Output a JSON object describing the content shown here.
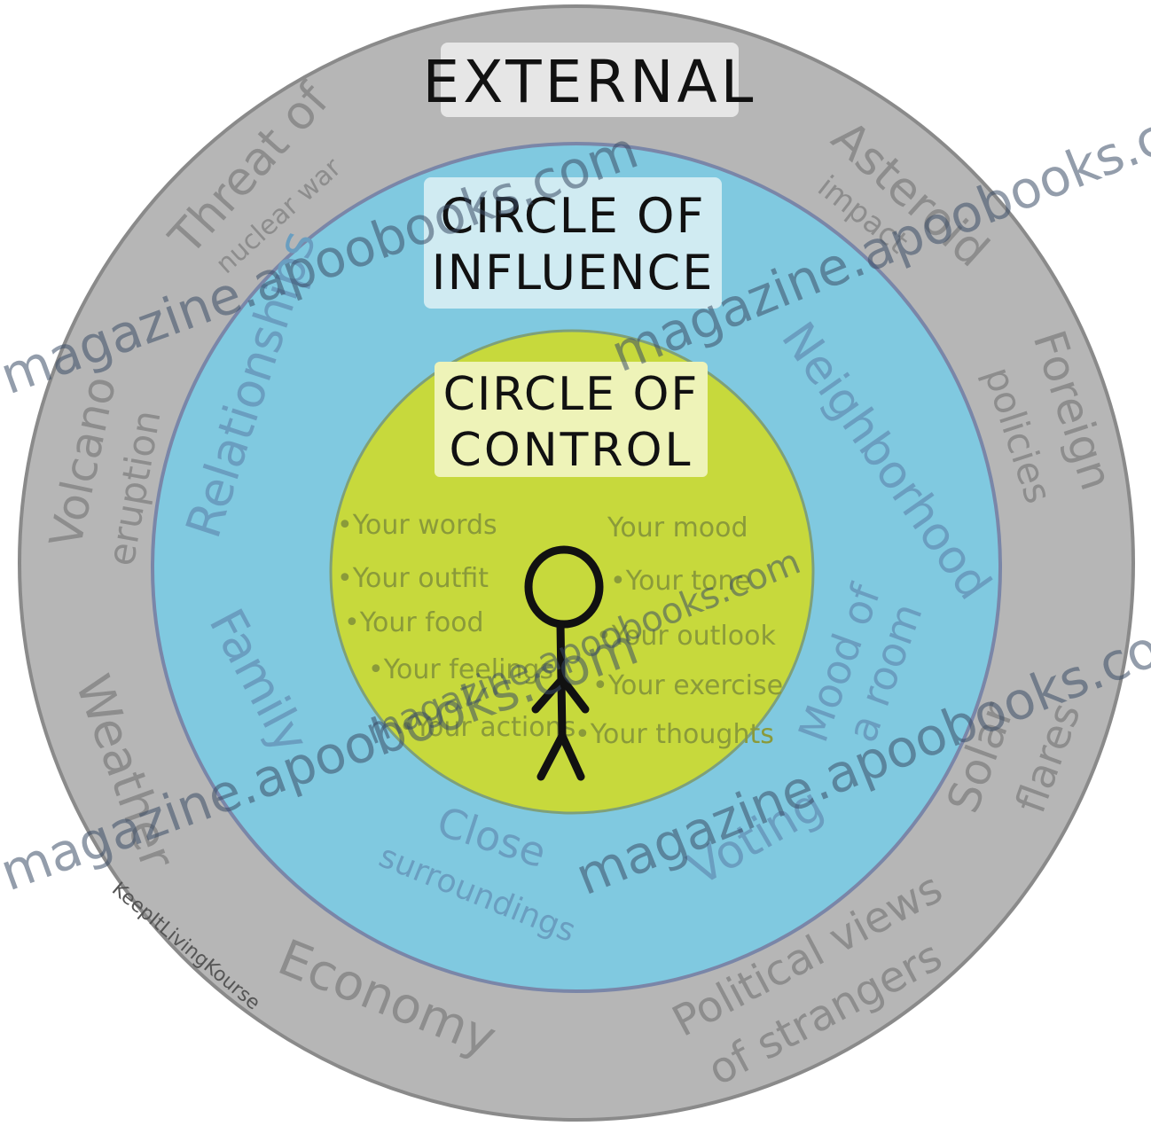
{
  "colors": {
    "external_ring": "#b6b6b6",
    "influence_ring": "#80c9e0",
    "control_circle": "#c7d93c",
    "label_box_external": "#e6e6e6",
    "label_box_influence": "#d0ebf2",
    "label_box_control": "#eef3b8",
    "ink_dark": "#111111",
    "ink_gray": "#8d8d8d",
    "ink_blue": "#6a9ec0",
    "ink_control": "#8a9a3a",
    "watermark": "#3a4d66"
  },
  "external": {
    "title": "EXTERNAL",
    "items": {
      "nuclear_threat": "Threat of",
      "nuclear_threat_2": "nuclear war",
      "asteroid": "Asteroid",
      "asteroid_2": "impact",
      "volcano": "Volcano",
      "volcano_2": "eruption",
      "foreign": "Foreign",
      "foreign_2": "policies",
      "weather": "Weather",
      "solar": "Solar",
      "solar_2": "flares",
      "economy": "Economy",
      "political": "Political views",
      "political_2": "of strangers",
      "credit": "KeepItLivingKourse"
    }
  },
  "influence": {
    "title_line1": "CIRCLE OF",
    "title_line2": "INFLUENCE",
    "items": {
      "relationships": "Relationships",
      "neighborhood": "Neighborhood",
      "family": "Family",
      "mood_of_room": "Mood of",
      "mood_of_room_2": "a room",
      "close_surroundings": "Close",
      "close_surroundings_2": "surroundings",
      "voting": "Voting"
    }
  },
  "control": {
    "title_line1": "CIRCLE OF",
    "title_line2": "CONTROL",
    "left_items": [
      "•Your words",
      "•Your outfit",
      "•Your food",
      "•Your feelings",
      "•Your actions"
    ],
    "right_items": [
      "Your mood",
      "•Your tone",
      "•Your outlook",
      "•Your exercise",
      "•Your thoughts"
    ]
  },
  "watermarks": [
    "magazine.apoobooks.com",
    "magazine.apoobooks.com",
    "magazine.apoobooks.com",
    "magazine.apoobooks.com",
    "magazine.apoobooks.com"
  ],
  "figure_icon": "stick-figure-icon"
}
